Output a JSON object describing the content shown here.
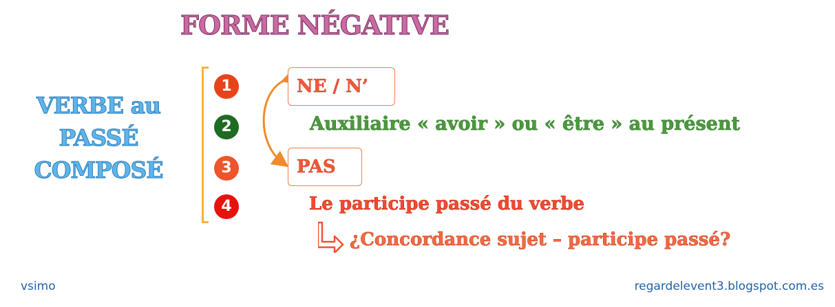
{
  "title": "FORME NÉGATIVE",
  "side_label": [
    "VERBE au",
    "PASSÉ",
    "COMPOSÉ"
  ],
  "steps": [
    {
      "number": "1",
      "text": "NE / N’",
      "color": "#e8431a"
    },
    {
      "number": "2",
      "text": "Auxiliaire « avoir » ou « être » au présent",
      "color": "#1e6b22"
    },
    {
      "number": "3",
      "text": "PAS",
      "color": "#f0542a"
    },
    {
      "number": "4",
      "text": "Le participe passé du verbe",
      "color": "#e8120c"
    }
  ],
  "note": "¿Concordance sujet – participe passé?",
  "footer": {
    "author": "vsimo",
    "site": "regardelevent3.blogspot.com.es"
  },
  "icons": {
    "curve_arrow": "double-headed-curved-arrow-icon",
    "corner_arrow": "corner-down-right-arrow-icon"
  }
}
